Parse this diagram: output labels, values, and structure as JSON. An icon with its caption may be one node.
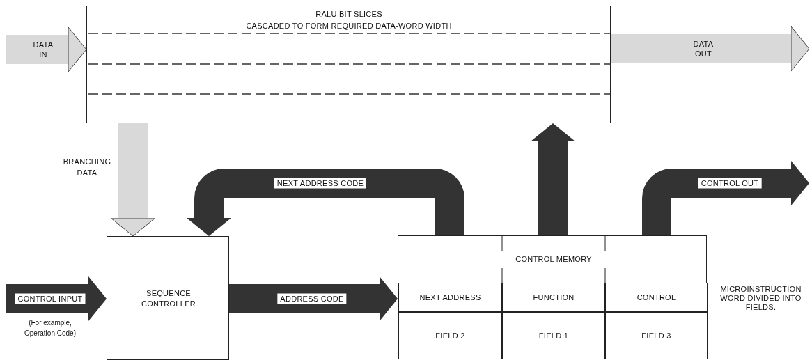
{
  "diagram": {
    "nodes": [
      {
        "text": [
          "RALU BIT SLICES",
          "CASCADED TO FORM REQUIRED DATA-WORD WIDTH"
        ]
      },
      {
        "text": [
          "SEQUENCE CONTROLLER"
        ]
      },
      {
        "text": [
          "CONTROL MEMORY"
        ],
        "beside": [
          "MICROINSTRUCTION WORD DIVIDED INTO FIELDS."
        ]
      },
      {
        "text": [
          "NEXT ADDRESS"
        ],
        "in": 2
      },
      {
        "text": [
          "FUNCTION"
        ],
        "in": 2
      },
      {
        "text": [
          "CONTROL"
        ],
        "in": 2
      },
      {
        "text": [
          "FIELD 2"
        ],
        "in": 2
      },
      {
        "text": [
          "FIELD 1"
        ],
        "in": 2
      },
      {
        "text": [
          "FIELD 3"
        ],
        "in": 2
      }
    ],
    "edges": [
      {
        "from": null,
        "to": 0,
        "arrow": "to",
        "label": "DATA IN",
        "color": "#d9d9d9"
      },
      {
        "from": 0,
        "to": null,
        "arrow": "to",
        "label": "DATA OUT",
        "color": "#d9d9d9"
      },
      {
        "from": 0,
        "to": 1,
        "arrow": "to",
        "label": "BRANCHING DATA",
        "color": "#d9d9d9"
      },
      {
        "from": 2,
        "to": 1,
        "arrow": "to",
        "label": "NEXT ADDRESS CODE"
      },
      {
        "from": 2,
        "to": 0,
        "arrow": "to"
      },
      {
        "from": 2,
        "to": null,
        "arrow": "to",
        "label": "CONTROL OUT"
      },
      {
        "from": null,
        "to": 1,
        "arrow": "to",
        "label": "CONTROL INPUT"
      },
      {
        "from": 1,
        "to": 2,
        "arrow": "to",
        "label": "ADDRESS CODE"
      }
    ],
    "labels": [
      "(For example, Operation Code)"
    ]
  }
}
